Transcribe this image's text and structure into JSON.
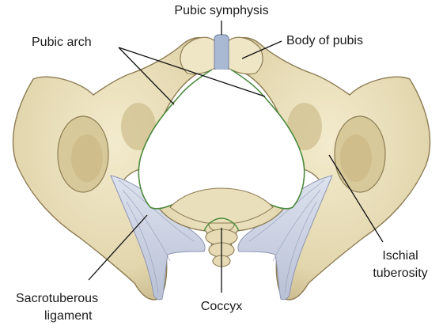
{
  "labels": {
    "pubic_symphysis": "Pubic symphysis",
    "pubic_arch": "Pubic arch",
    "body_of_pubis": "Body of pubis",
    "ischial_tuberosity_line1": "Ischial",
    "ischial_tuberosity_line2": "tuberosity",
    "sacrotuberous_line1": "Sacrotuberous",
    "sacrotuberous_line2": "ligament",
    "coccyx": "Coccyx"
  },
  "colors": {
    "bone": "#ece2c0",
    "bone_shadow": "#c9b98a",
    "bone_outline": "#8d7c53",
    "ligament": "#c8cfe0",
    "ligament_outline": "#8e97b4",
    "symphysis": "#a9b8d3",
    "arch_outline": "#4b8a3c",
    "leader_line": "#111111"
  }
}
